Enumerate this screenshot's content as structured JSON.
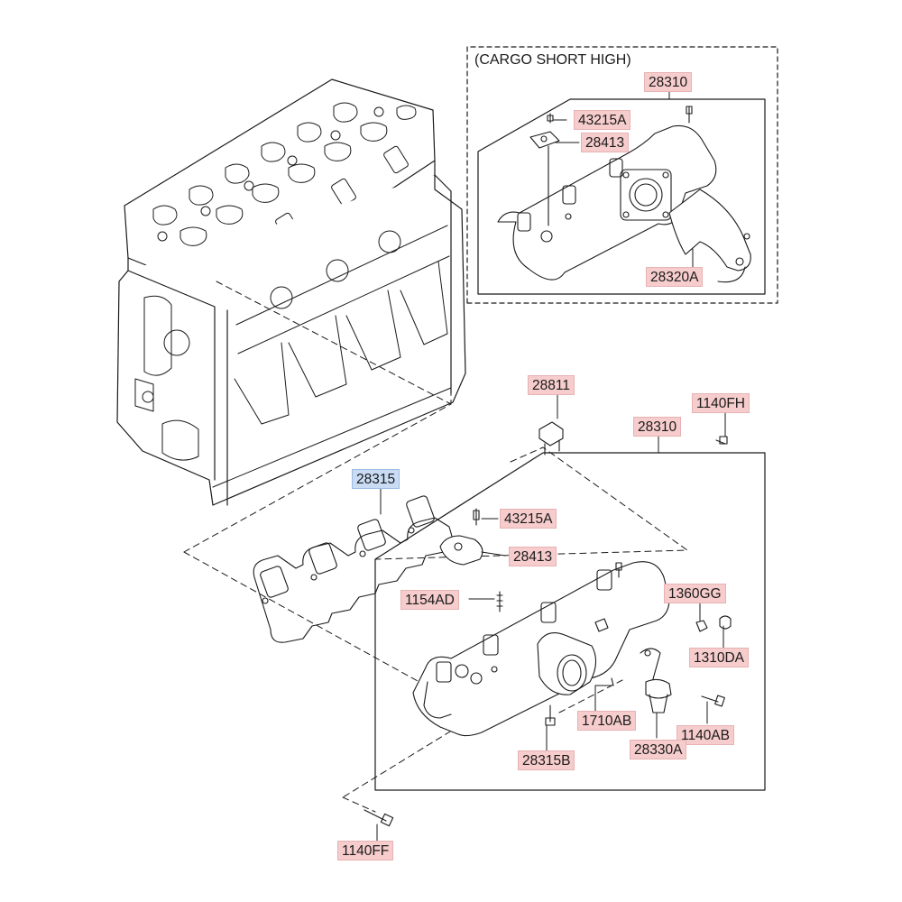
{
  "colors": {
    "label_highlight": "#f6cccc",
    "label_selected": "#c9dcf4",
    "line": "#1a1a1a"
  },
  "inset_caption": "(CARGO SHORT HIGH)",
  "labels": {
    "p28310_top": "28310",
    "p43215A_top": "43215A",
    "p28413_top": "28413",
    "p28320A": "28320A",
    "p28811": "28811",
    "p1140FH": "1140FH",
    "p28310_main": "28310",
    "p28315": "28315",
    "p43215A_main": "43215A",
    "p28413_main": "28413",
    "p1154AD": "1154AD",
    "p1360GG": "1360GG",
    "p1310DA": "1310DA",
    "p1710AB": "1710AB",
    "p1140AB": "1140AB",
    "p28330A": "28330A",
    "p28315B": "28315B",
    "p1140FF": "1140FF"
  }
}
